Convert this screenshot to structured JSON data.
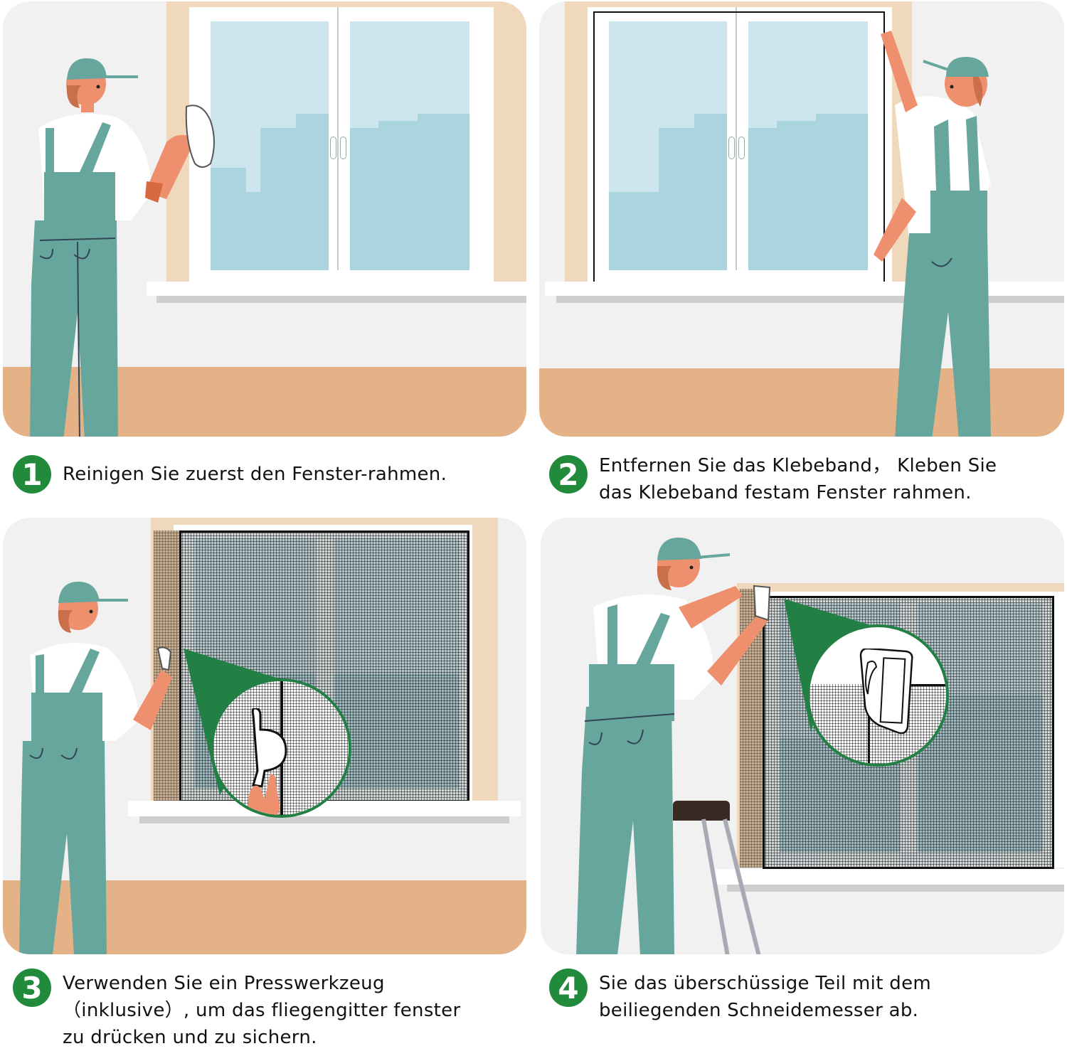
{
  "colors": {
    "badge_green": "#218a3b",
    "wall": "#f1f1f1",
    "floor": "#e5b288",
    "trim": "#efd8bb",
    "glass": "#cde5ec",
    "city": "#abd5de",
    "overalls": "#67a69c",
    "skin": "#ee8f6e",
    "hair": "#c9704b",
    "text": "#111111"
  },
  "steps": [
    {
      "number": "1",
      "lines": [
        "Reinigen Sie zuerst den Fenster-rahmen."
      ],
      "illustration": "worker-cleaning-window-frame-with-cloth"
    },
    {
      "number": "2",
      "lines": [
        "Entfernen Sie das Klebeband， Kleben Sie",
        "das Klebeband festam Fenster rahmen."
      ],
      "illustration": "worker-applying-adhesive-tape-to-window-frame"
    },
    {
      "number": "3",
      "lines": [
        "Verwenden Sie ein Presswerkzeug",
        "（inklusive）, um das fliegengitter  fenster",
        "zu drücken und zu sichern."
      ],
      "illustration": "worker-pressing-fly-screen-with-press-tool"
    },
    {
      "number": "4",
      "lines": [
        "Sie das überschüssige Teil mit dem",
        "beiliegenden Schneidemesser ab."
      ],
      "illustration": "worker-on-stool-trimming-excess-with-cutter"
    }
  ]
}
